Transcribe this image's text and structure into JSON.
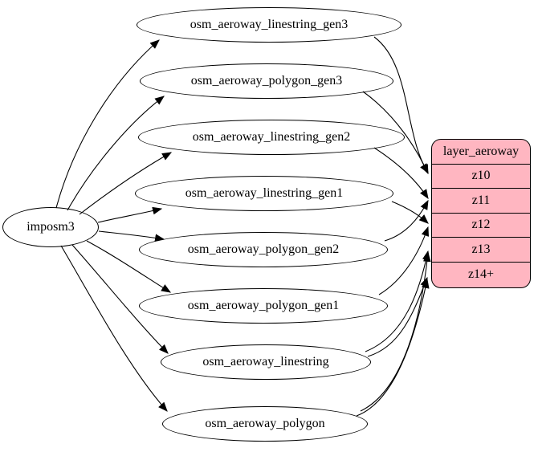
{
  "diagram": {
    "source_node": {
      "label": "imposm3"
    },
    "tables": [
      {
        "label": "osm_aeroway_linestring_gen3"
      },
      {
        "label": "osm_aeroway_polygon_gen3"
      },
      {
        "label": "osm_aeroway_linestring_gen2"
      },
      {
        "label": "osm_aeroway_linestring_gen1"
      },
      {
        "label": "osm_aeroway_polygon_gen2"
      },
      {
        "label": "osm_aeroway_polygon_gen1"
      },
      {
        "label": "osm_aeroway_linestring"
      },
      {
        "label": "osm_aeroway_polygon"
      }
    ],
    "layer": {
      "title": "layer_aeroway",
      "rows": [
        "z10",
        "z11",
        "z12",
        "z13",
        "z14+"
      ],
      "fill_color": "#ffb6c1",
      "border_color": "#000000"
    },
    "edges": [
      {
        "from": "imposm3",
        "to": "osm_aeroway_linestring_gen3"
      },
      {
        "from": "imposm3",
        "to": "osm_aeroway_polygon_gen3"
      },
      {
        "from": "imposm3",
        "to": "osm_aeroway_linestring_gen2"
      },
      {
        "from": "imposm3",
        "to": "osm_aeroway_linestring_gen1"
      },
      {
        "from": "imposm3",
        "to": "osm_aeroway_polygon_gen2"
      },
      {
        "from": "imposm3",
        "to": "osm_aeroway_polygon_gen1"
      },
      {
        "from": "imposm3",
        "to": "osm_aeroway_linestring"
      },
      {
        "from": "imposm3",
        "to": "osm_aeroway_polygon"
      },
      {
        "from": "osm_aeroway_linestring_gen3",
        "to": "layer_aeroway.z10"
      },
      {
        "from": "osm_aeroway_polygon_gen3",
        "to": "layer_aeroway.z10"
      },
      {
        "from": "osm_aeroway_linestring_gen2",
        "to": "layer_aeroway.z11"
      },
      {
        "from": "osm_aeroway_polygon_gen2",
        "to": "layer_aeroway.z11"
      },
      {
        "from": "osm_aeroway_linestring_gen1",
        "to": "layer_aeroway.z12"
      },
      {
        "from": "osm_aeroway_polygon_gen1",
        "to": "layer_aeroway.z12"
      },
      {
        "from": "osm_aeroway_linestring",
        "to": "layer_aeroway.z13"
      },
      {
        "from": "osm_aeroway_linestring",
        "to": "layer_aeroway.z14+"
      },
      {
        "from": "osm_aeroway_polygon",
        "to": "layer_aeroway.z13"
      },
      {
        "from": "osm_aeroway_polygon",
        "to": "layer_aeroway.z14+"
      }
    ]
  }
}
